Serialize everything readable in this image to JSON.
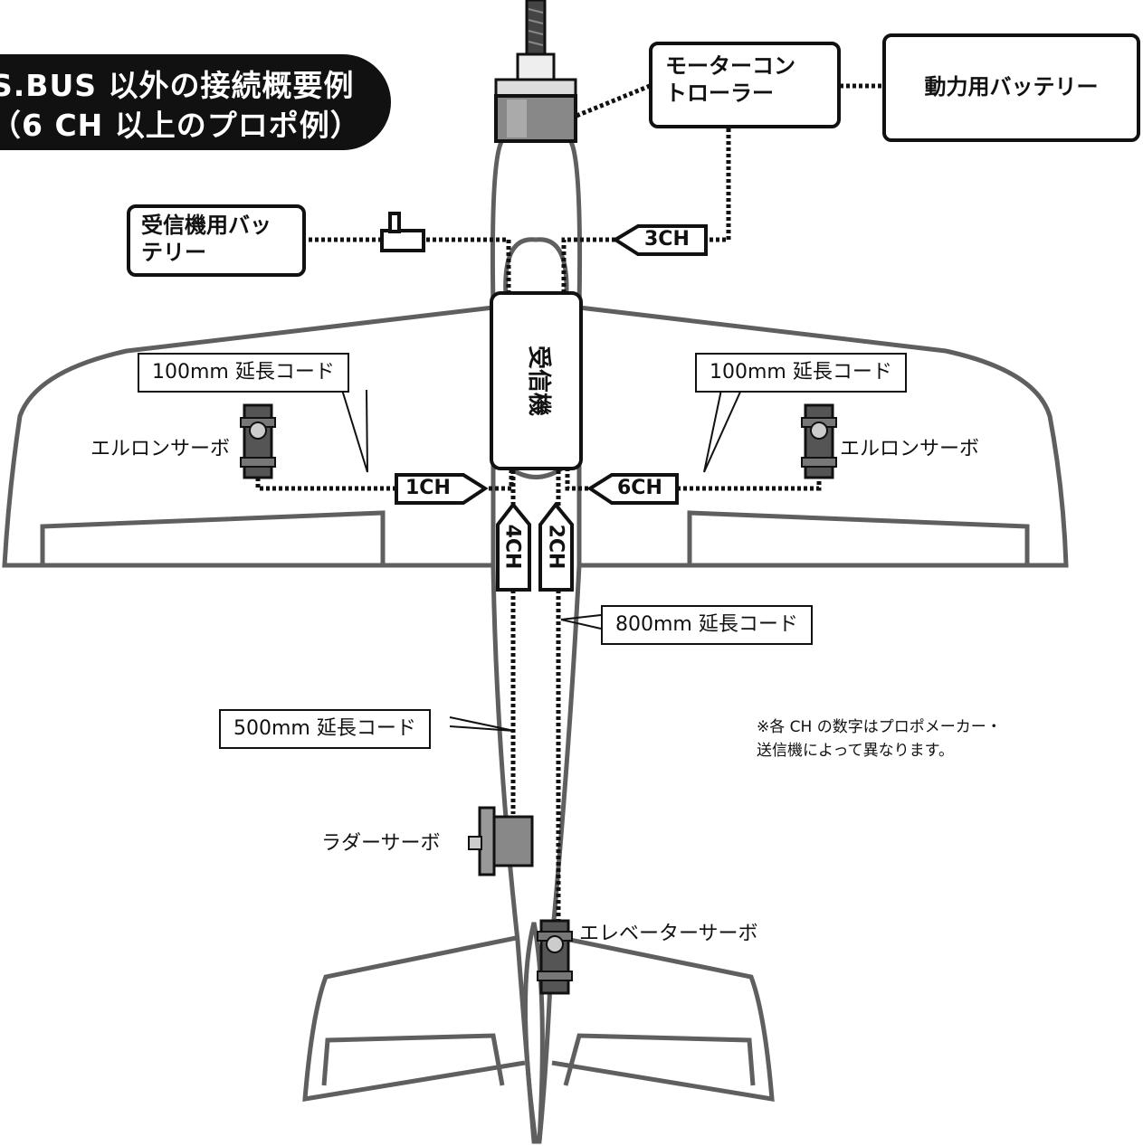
{
  "title": {
    "line1": "S.BUS 以外の接続概要例",
    "line2": "（6 CH 以上のプロポ例）"
  },
  "boxes": {
    "motor_controller_line1": "モーターコン",
    "motor_controller_line2": "トローラー",
    "power_battery": "動力用バッテリー",
    "receiver_battery_line1": "受信機用バッ",
    "receiver_battery_line2": "テリー",
    "receiver": "受信機"
  },
  "channels": {
    "ch1": "1CH",
    "ch2": "2CH",
    "ch3": "3CH",
    "ch4": "4CH",
    "ch6": "6CH"
  },
  "extension_labels": {
    "left_aileron": "100mm 延長コード",
    "right_aileron": "100mm 延長コード",
    "elevator": "800mm 延長コード",
    "rudder": "500mm 延長コード"
  },
  "servo_labels": {
    "left_aileron": "エルロンサーボ",
    "right_aileron": "エルロンサーボ",
    "rudder": "ラダーサーボ",
    "elevator": "エレベーターサーボ"
  },
  "note": {
    "line1": "※各 CH の数字はプロポメーカー・",
    "line2": "送信機によって異なります。"
  },
  "colors": {
    "outline": "#5f5f5f",
    "line": "#111111",
    "title_bg": "#111111"
  }
}
